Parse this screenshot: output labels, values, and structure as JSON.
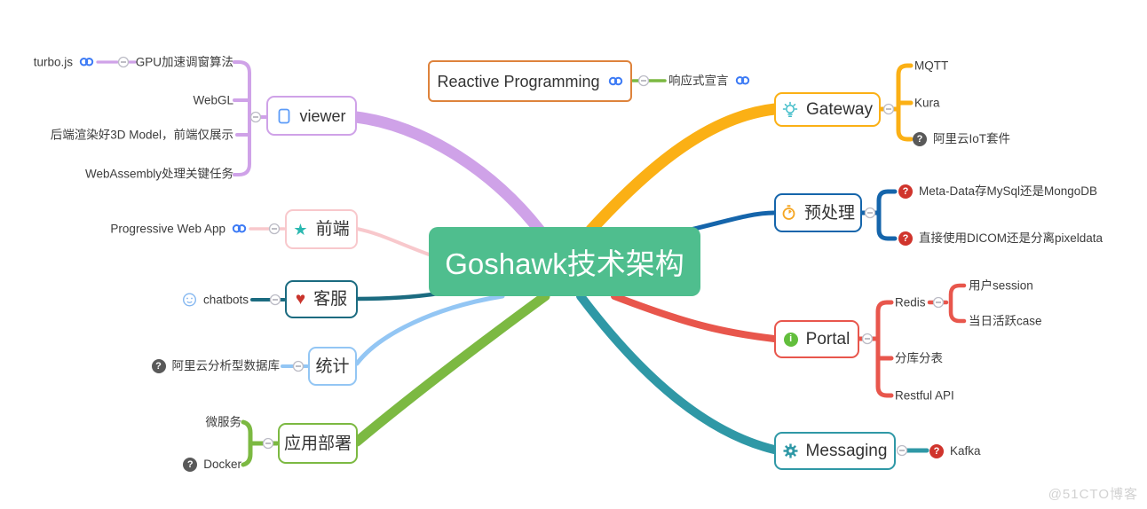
{
  "center": {
    "label": "Goshawk技术架构"
  },
  "watermark": "@51CTO博客",
  "icons": {
    "question": "?",
    "info": "i",
    "star": "★",
    "heart": "♥"
  },
  "colors": {
    "center_bg": "#4FBE8E",
    "viewer": "#CFA2E8",
    "frontend": "#F8C8CC",
    "service": "#1B6B80",
    "stats": "#93C6F4",
    "deploy": "#7CB942",
    "reactive_border": "#DE833C",
    "reactive_child_line": "#7CB942",
    "gateway": "#FBB015",
    "preprocess": "#1565AB",
    "portal": "#E8564C",
    "messaging": "#2F98A6",
    "link_icon": "#3D7BF5",
    "question_red": "#D0342C",
    "question_gray": "#595959",
    "info_bg": "#62BE3C",
    "star_icon": "#2BB8B0",
    "heart_icon": "#C9342C",
    "bulb_icon": "#3EBCC8",
    "stopwatch_icon": "#F5A623",
    "gear_icon": "#2F98A6",
    "tablet_icon": "#5B9BF8",
    "smiley_icon": "#84B7F0",
    "watermark": "#D2D2D2"
  },
  "nodes": {
    "viewer": {
      "label": "viewer",
      "children": {
        "turbo": "turbo.js",
        "gpu": "GPU加速调窗算法",
        "webgl": "WebGL",
        "model3d": "后端渲染好3D Model，前端仅展示",
        "wasm": "WebAssembly处理关键任务"
      }
    },
    "reactive": {
      "label": "Reactive Programming",
      "child": "响应式宣言"
    },
    "gateway": {
      "label": "Gateway",
      "children": [
        "MQTT",
        "Kura",
        "阿里云IoT套件"
      ]
    },
    "preprocess": {
      "label": "预处理",
      "children": [
        "Meta-Data存MySql还是MongoDB",
        "直接使用DICOM还是分离pixeldata"
      ]
    },
    "portal": {
      "label": "Portal",
      "children": {
        "redis": "Redis",
        "session": "用户session",
        "active_case": "当日活跃case",
        "sharding": "分库分表",
        "restful": "Restful API"
      }
    },
    "messaging": {
      "label": "Messaging",
      "child": "Kafka"
    },
    "frontend": {
      "label": "前端",
      "child": "Progressive Web App"
    },
    "service": {
      "label": "客服",
      "child": "chatbots"
    },
    "stats": {
      "label": "统计",
      "child": "阿里云分析型数据库"
    },
    "deploy": {
      "label": "应用部署",
      "children": [
        "微服务",
        "Docker"
      ]
    }
  }
}
